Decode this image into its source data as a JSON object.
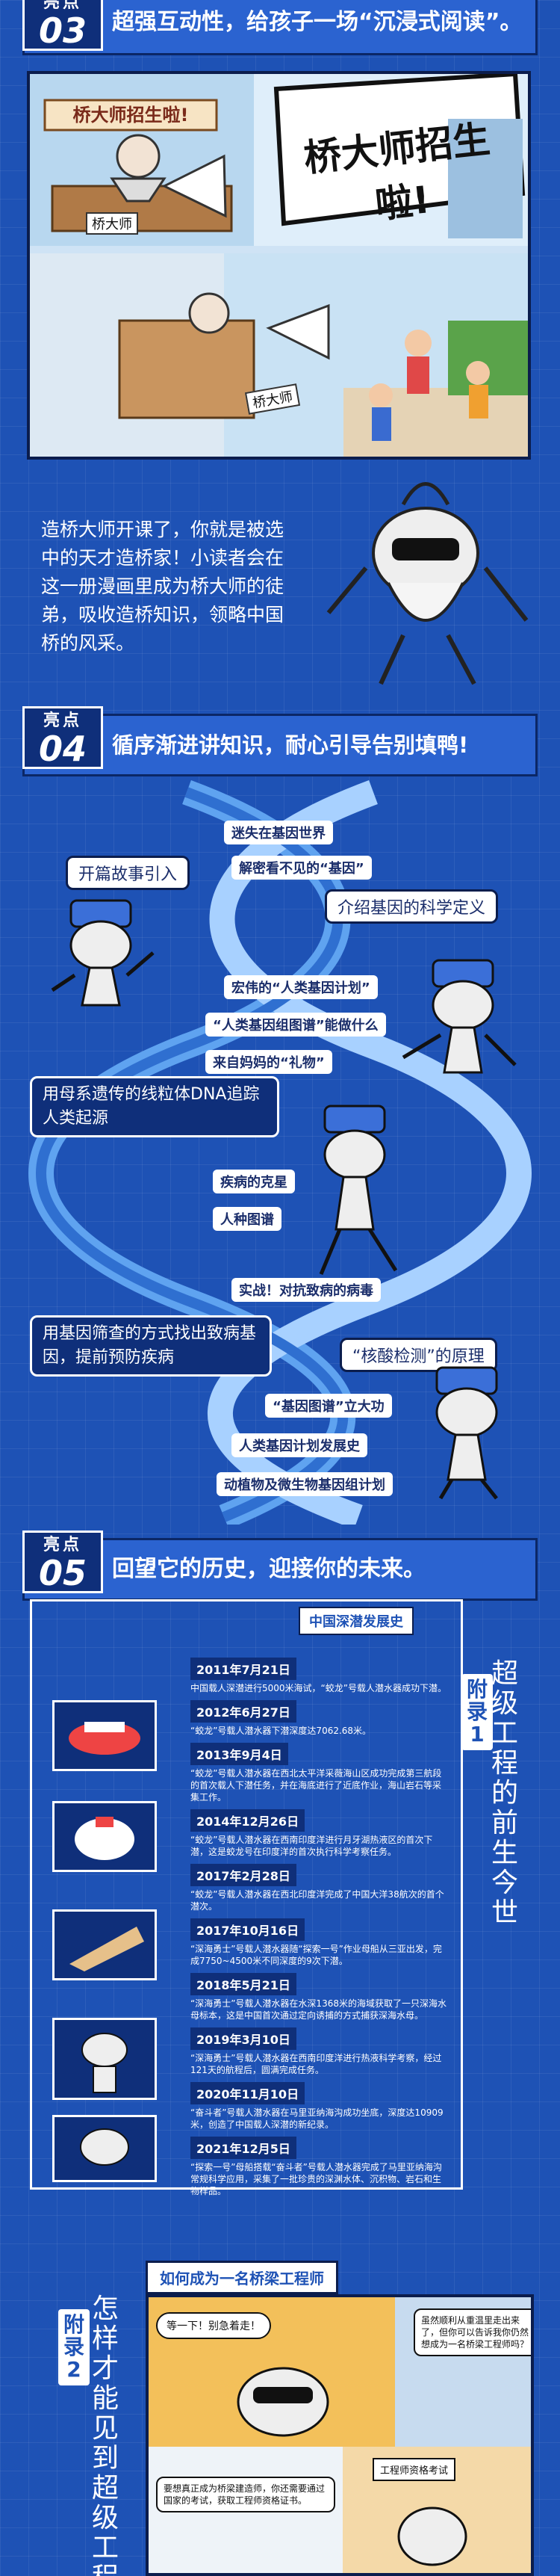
{
  "hl03": {
    "small": "亮点",
    "num": "03",
    "title": "超强互动性，给孩子一场“沉浸式阅读”。"
  },
  "comic1": {
    "banner_text": "桥大师招生啦!",
    "headline": "桥大师招生啦!",
    "name_tag": "桥大师",
    "name_tag2": "桥大师"
  },
  "hl03_para": {
    "text": "造桥大师开课了，你就是被选中的天才造桥家！小读者会在这一册漫画里成为桥大师的徒弟，吸收造桥知识，领略中国桥的风采。"
  },
  "hl04": {
    "small": "亮点",
    "num": "04",
    "title": "循序渐进讲知识，耐心引导告别填鸭!"
  },
  "dna": {
    "side_tags": [
      "开篇故事引入",
      "介绍基因的科学定义",
      "用母系遗传的线粒体DNA追踪人类起源",
      "用基因筛查的方式找出致病基因，提前预防疾病",
      "“核酸检测”的原理"
    ],
    "chain_labels": [
      "迷失在基因世界",
      "解密看不见的“基因”",
      "宏伟的“人类基因计划”",
      "“人类基因组图谱”能做什么",
      "来自妈妈的“礼物”",
      "疾病的克星",
      "人种图谱",
      "实战！对抗致病的病毒",
      "“基因图谱”立大功",
      "人类基因计划发展史",
      "动植物及微生物基因组计划"
    ]
  },
  "hl05": {
    "small": "亮点",
    "num": "05",
    "title": "回望它的历史，迎接你的未来。"
  },
  "annex1": {
    "timeline_title": "中国深潜发展史",
    "label": "附录1",
    "vertical": "超级工程的前生今世",
    "events": [
      {
        "date": "2011年7月21日",
        "text": "中国载人深潜进行5000米海试，“蛟龙”号载人潜水器成功下潜。"
      },
      {
        "date": "2012年6月27日",
        "text": "“蛟龙”号载人潜水器下潜深度达7062.68米。"
      },
      {
        "date": "2013年9月4日",
        "text": "“蛟龙”号载人潜水器在西北太平洋采薇海山区成功完成第三航段的首次载人下潜任务，并在海底进行了近底作业，海山岩石等采集工作。"
      },
      {
        "date": "2014年12月26日",
        "text": "“蛟龙”号载人潜水器在西南印度洋进行月牙湖热液区的首次下潜，这是蛟龙号在印度洋的首次执行科学考察任务。"
      },
      {
        "date": "2017年2月28日",
        "text": "“蛟龙”号载人潜水器在西北印度洋完成了中国大洋38航次的首个潜次。"
      },
      {
        "date": "2017年10月16日",
        "text": "“深海勇士”号载人潜水器随“探索一号”作业母船从三亚出发，完成7750~4500米不同深度的9次下潜。"
      },
      {
        "date": "2018年5月21日",
        "text": "“深海勇士”号载人潜水器在水深1368米的海域获取了一只深海水母标本，这是中国首次通过定向诱捕的方式捕获深海水母。"
      },
      {
        "date": "2019年3月10日",
        "text": "“深海勇士”号载人潜水器在西南印度洋进行热液科学考察，经过121天的航程后，圆满完成任务。"
      },
      {
        "date": "2020年11月10日",
        "text": "“奋斗者”号载人潜水器在马里亚纳海沟成功坐底，深度达10909米，创造了中国载人深潜的新纪录。"
      },
      {
        "date": "2021年12月5日",
        "text": "“探索一号”母船搭载“奋斗者”号载人潜水器完成了马里亚纳海沟常规科学应用，采集了一批珍贵的深渊水体、沉积物、岩石和生物样品。"
      }
    ]
  },
  "annex2": {
    "title": "如何成为一名桥梁工程师",
    "label": "附录2",
    "vertical": "怎样才能见到超级工程",
    "bubble1": "等一下！别急着走！",
    "bubble2": "虽然顺利从重温里走出来了，但你可以告诉我你仍然想成为一名桥梁工程师吗？",
    "bubble3": "要想真正成为桥梁建造师，你还需要通过国家的考试，获取工程师资格证书。",
    "sign": "工程师资格考试"
  }
}
